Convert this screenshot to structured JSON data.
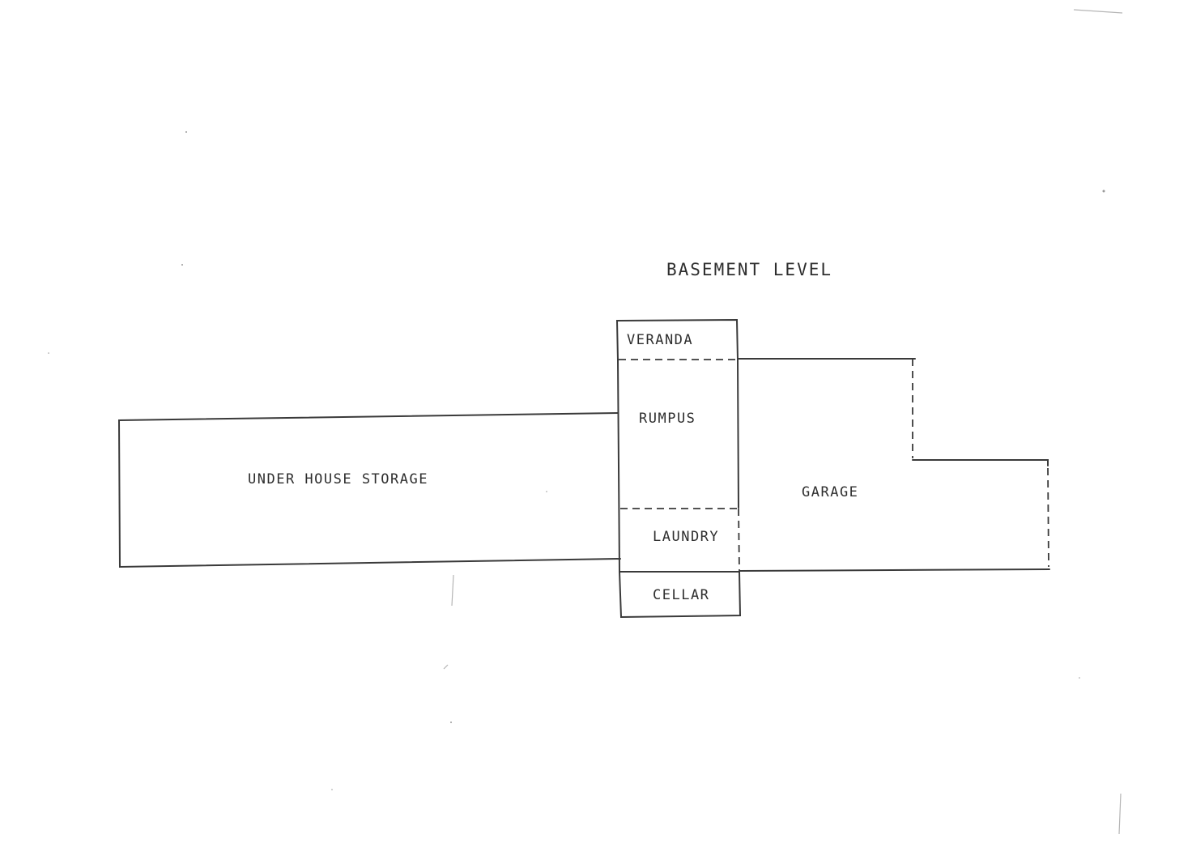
{
  "title": "BASEMENT LEVEL",
  "rooms": {
    "veranda": "VERANDA",
    "rumpus": "RUMPUS",
    "under_house_storage": "UNDER HOUSE STORAGE",
    "garage": "GARAGE",
    "laundry": "LAUNDRY",
    "cellar": "CELLAR"
  },
  "colors": {
    "line": "#3a3a3a",
    "text": "#2e2e2e",
    "paper": "#ffffff"
  }
}
